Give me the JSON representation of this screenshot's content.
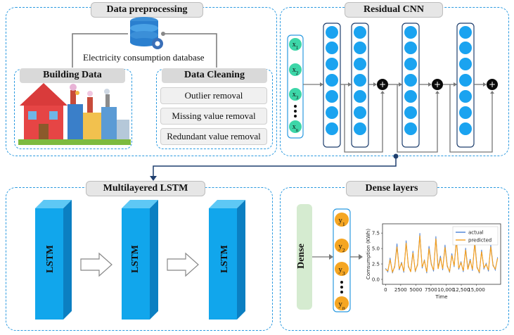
{
  "panels": {
    "preprocessing": {
      "title": "Data preprocessing"
    },
    "residual": {
      "title": "Residual CNN"
    },
    "lstm": {
      "title": "Multilayered LSTM"
    },
    "dense": {
      "title": "Dense layers"
    }
  },
  "preprocessing": {
    "database_label": "Electricity consumption database",
    "building_title": "Building Data",
    "cleaning_title": "Data Cleaning",
    "steps": [
      "Outlier removal",
      "Missing value removal",
      "Redundant value removal"
    ]
  },
  "cnn": {
    "inputs": [
      "x1",
      "x2",
      "x3",
      "xn"
    ],
    "plus": "+"
  },
  "lstm": {
    "labels": [
      "LSTM",
      "LSTM",
      "LSTM"
    ]
  },
  "dense": {
    "label": "Dense",
    "outputs": [
      "y1",
      "y2",
      "y3",
      "yn"
    ]
  },
  "colors": {
    "accent": "#2b9ae0",
    "node": "#1aa3f0",
    "input_node": "#3dd6a8",
    "output_node": "#f5a623",
    "actual": "#4a7fd4",
    "predicted": "#f5a020"
  },
  "chart_data": {
    "type": "line",
    "xlabel": "Time",
    "ylabel": "Comsumption (KWh)",
    "xticks": [
      "0",
      "2500",
      "5000",
      "7500",
      "10,000",
      "12,500",
      "15,000"
    ],
    "yticks": [
      "0.0",
      "2.5",
      "5.0",
      "7.5"
    ],
    "ylim": [
      -0.8,
      9.0
    ],
    "xlim": [
      -500,
      19000
    ],
    "series": [
      {
        "name": "actual",
        "values": [
          1.8,
          1.2,
          3.5,
          1.0,
          2.2,
          5.8,
          1.5,
          2.8,
          1.1,
          6.3,
          2.0,
          1.4,
          4.6,
          1.2,
          2.5,
          7.5,
          1.8,
          3.2,
          1.0,
          5.4,
          2.6,
          1.3,
          7.0,
          1.9,
          3.8,
          1.5,
          5.6,
          2.3,
          1.1,
          4.2,
          2.0,
          6.8,
          1.6,
          2.9,
          1.2,
          5.1,
          1.8,
          3.3,
          1.4,
          6.2,
          2.1,
          1.0,
          4.8,
          1.7,
          2.6,
          1.3,
          5.7,
          2.4,
          1.5,
          3.6
        ]
      },
      {
        "name": "predicted",
        "values": [
          1.6,
          1.4,
          3.2,
          1.2,
          2.0,
          5.3,
          1.7,
          2.6,
          1.3,
          5.9,
          2.2,
          1.2,
          4.3,
          1.4,
          2.3,
          7.1,
          2.0,
          3.0,
          1.2,
          5.0,
          2.4,
          1.5,
          6.6,
          1.7,
          3.5,
          1.7,
          5.2,
          2.1,
          1.3,
          3.9,
          2.2,
          6.3,
          1.8,
          2.7,
          1.4,
          4.8,
          1.6,
          3.1,
          1.6,
          5.8,
          1.9,
          1.2,
          4.5,
          1.9,
          2.4,
          1.5,
          5.3,
          2.2,
          1.7,
          3.4
        ]
      }
    ],
    "legend": "top-right"
  }
}
